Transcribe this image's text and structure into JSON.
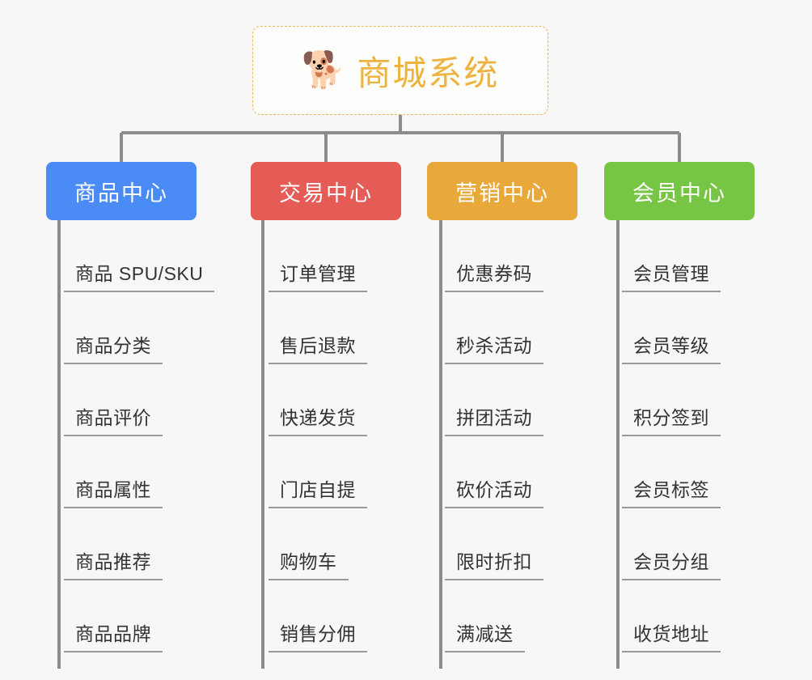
{
  "root": {
    "icon": "shiba-dog-emoji",
    "icon_glyph": "🐕",
    "title": "商城系统",
    "title_color": "#eeb33f",
    "border_color": "#eab959"
  },
  "colors": {
    "background": "#f7f7f7",
    "connector": "#8c8c8c",
    "leaf_rule": "#9a9a9a",
    "leaf_text": "#333333",
    "product_center": "#4a8bf5",
    "trade_center": "#e55b55",
    "marketing_center": "#e9a83a",
    "member_center": "#76c544"
  },
  "columns": [
    {
      "id": "product-center",
      "label": "商品中心",
      "color": "#4a8bf5",
      "items": [
        "商品 SPU/SKU",
        "商品分类",
        "商品评价",
        "商品属性",
        "商品推荐",
        "商品品牌"
      ]
    },
    {
      "id": "trade-center",
      "label": "交易中心",
      "color": "#e55b55",
      "items": [
        "订单管理",
        "售后退款",
        "快递发货",
        "门店自提",
        "购物车",
        "销售分佣"
      ]
    },
    {
      "id": "marketing-center",
      "label": "营销中心",
      "color": "#e9a83a",
      "items": [
        "优惠券码",
        "秒杀活动",
        "拼团活动",
        "砍价活动",
        "限时折扣",
        "满减送"
      ]
    },
    {
      "id": "member-center",
      "label": "会员中心",
      "color": "#76c544",
      "items": [
        "会员管理",
        "会员等级",
        "积分签到",
        "会员标签",
        "会员分组",
        "收货地址"
      ]
    }
  ]
}
